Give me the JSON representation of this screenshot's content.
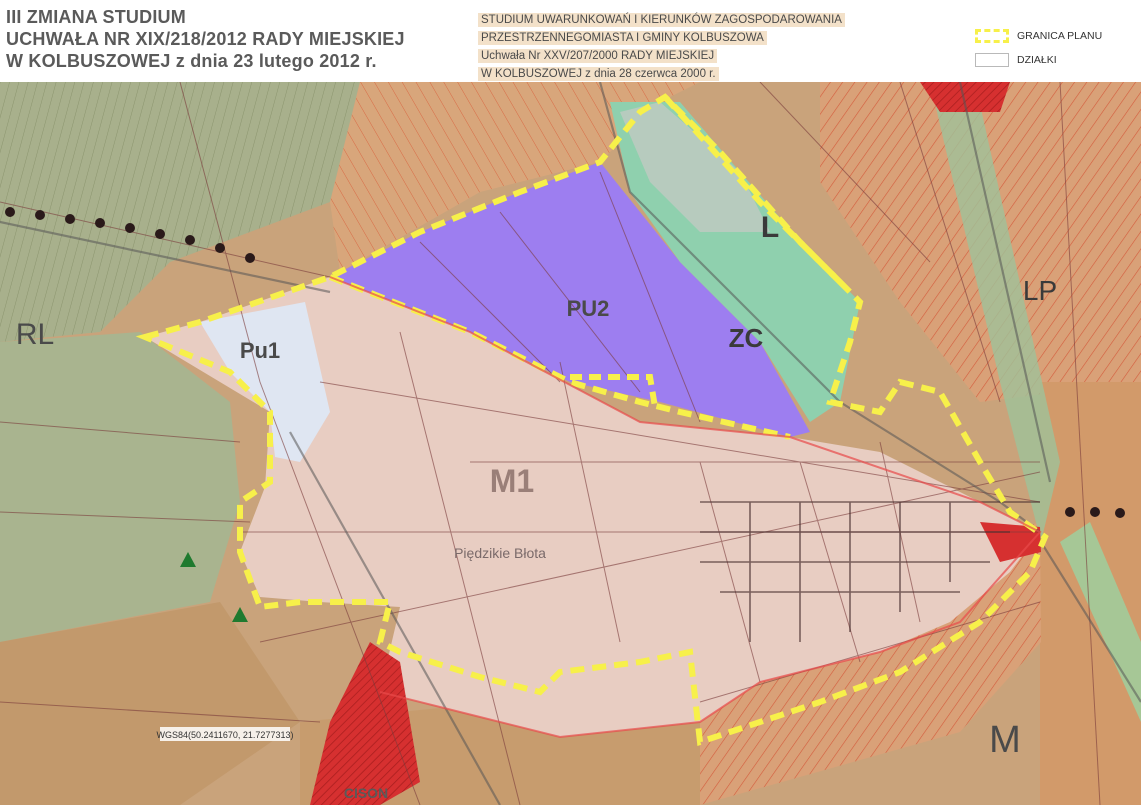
{
  "header": {
    "left_lines": [
      "III ZMIANA STUDIUM",
      "UCHWAŁA NR XIX/218/2012 RADY MIEJSKIEJ",
      "W KOLBUSZOWEJ z dnia 23 lutego 2012 r."
    ],
    "mid_lines": [
      "STUDIUM UWARUNKOWAŃ I KIERUNKÓW ZAGOSPODAROWANIA",
      "PRZESTRZENNEGOMIASTA I GMINY KOLBUSZOWA",
      "Uchwała  Nr XXV/207/2000 RADY MIEJSKIEJ",
      "W KOLBUSZOWEJ  z dnia 28 czerwca 2000 r."
    ]
  },
  "legend": {
    "items": [
      {
        "label": "GRANICA PLANU",
        "symbol": "yellow-dashed-boundary"
      },
      {
        "label": "DZIAŁKI",
        "symbol": "white-box"
      }
    ]
  },
  "map": {
    "zones": {
      "pu2": "PU2",
      "pu1": "Pu1",
      "zc": "ZC",
      "m1": "M1",
      "l": "L",
      "lp": "LP",
      "rl": "RL",
      "m": "M"
    },
    "place_name": "Piędzikie Błota",
    "road_name": "CISON",
    "coords_text": "WGS84(50.2411670, 21.7277313)",
    "colors": {
      "boundary": "#f7f04a",
      "pu2": "#9d7ef0",
      "pu1": "#dfe6f2",
      "m1": "#e8cdc2",
      "zc": "#8fd0ae",
      "red_zone": "#d63030",
      "background": "#c7a27a"
    }
  }
}
